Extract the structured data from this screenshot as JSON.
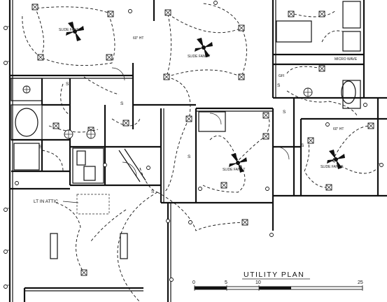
{
  "title": "UTILITY PLAN",
  "scale": {
    "ticks": [
      "0",
      "5",
      "10",
      "25"
    ]
  },
  "labels": {
    "lt_in_attic": "LT IN ATTIC",
    "slide_fan_1": "SLIDE FAN/LT",
    "slide_fan_2": "SLIDE FAN/LT",
    "slide_fan_3": "SLIDE FAN/LT",
    "slide_fan_4": "SLIDE FAN/LT",
    "micro_wave": "MICRO WAVE",
    "gfi": "GFI",
    "ht_60": "60\" HT",
    "ht_60b": "60\" HT"
  },
  "symbols": {
    "ceiling_fan": "ceiling-fan-icon",
    "light": "light-fixture-icon",
    "switch": "switch-icon",
    "outlet": "duplex-outlet-icon",
    "exhaust_fan": "exhaust-fan-icon"
  }
}
